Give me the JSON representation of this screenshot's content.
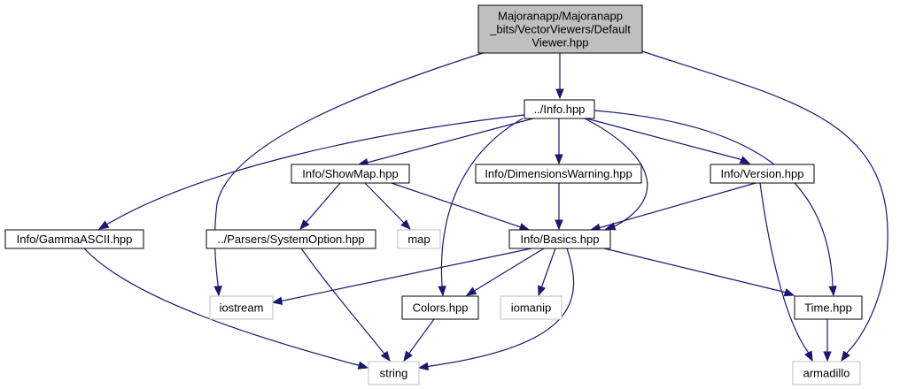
{
  "nodes": {
    "root": {
      "lines": [
        "Majoranapp/Majoranapp",
        "_bits/VectorViewers/Default",
        "Viewer.hpp"
      ]
    },
    "info": {
      "lines": [
        "../Info.hpp"
      ]
    },
    "showmap": {
      "lines": [
        "Info/ShowMap.hpp"
      ]
    },
    "dimwarn": {
      "lines": [
        "Info/DimensionsWarning.hpp"
      ]
    },
    "version": {
      "lines": [
        "Info/Version.hpp"
      ]
    },
    "gamma": {
      "lines": [
        "Info/GammaASCII.hpp"
      ]
    },
    "sysopt": {
      "lines": [
        "../Parsers/SystemOption.hpp"
      ]
    },
    "map": {
      "lines": [
        "map"
      ]
    },
    "basics": {
      "lines": [
        "Info/Basics.hpp"
      ]
    },
    "iostream": {
      "lines": [
        "iostream"
      ]
    },
    "colors": {
      "lines": [
        "Colors.hpp"
      ]
    },
    "iomanip": {
      "lines": [
        "iomanip"
      ]
    },
    "time": {
      "lines": [
        "Time.hpp"
      ]
    },
    "string": {
      "lines": [
        "string"
      ]
    },
    "armadillo": {
      "lines": [
        "armadillo"
      ]
    }
  },
  "colors": {
    "edge": "#191970",
    "root_fill": "#bfbfbf",
    "external_border": "#bfbfbf",
    "node_border": "#000000"
  }
}
